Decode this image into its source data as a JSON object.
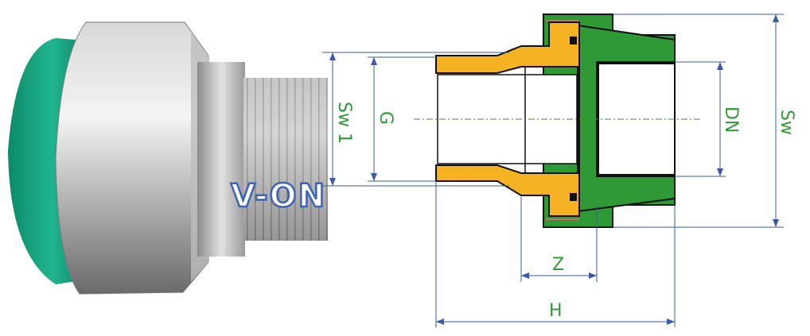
{
  "brand": {
    "logo_text": "V-ON"
  },
  "dimensions": {
    "sw1": "Sw 1",
    "g": "G",
    "dn": "DN",
    "sw": "Sw",
    "z": "Z",
    "h": "H"
  },
  "colors": {
    "dim_line": "#3a5aa8",
    "label_green": "#2f9a35",
    "brass": "#f5b324",
    "pipe_green": "#2f9a35",
    "ppr_ring": "#1aa88a",
    "logo_blue": "#3d63b8"
  }
}
